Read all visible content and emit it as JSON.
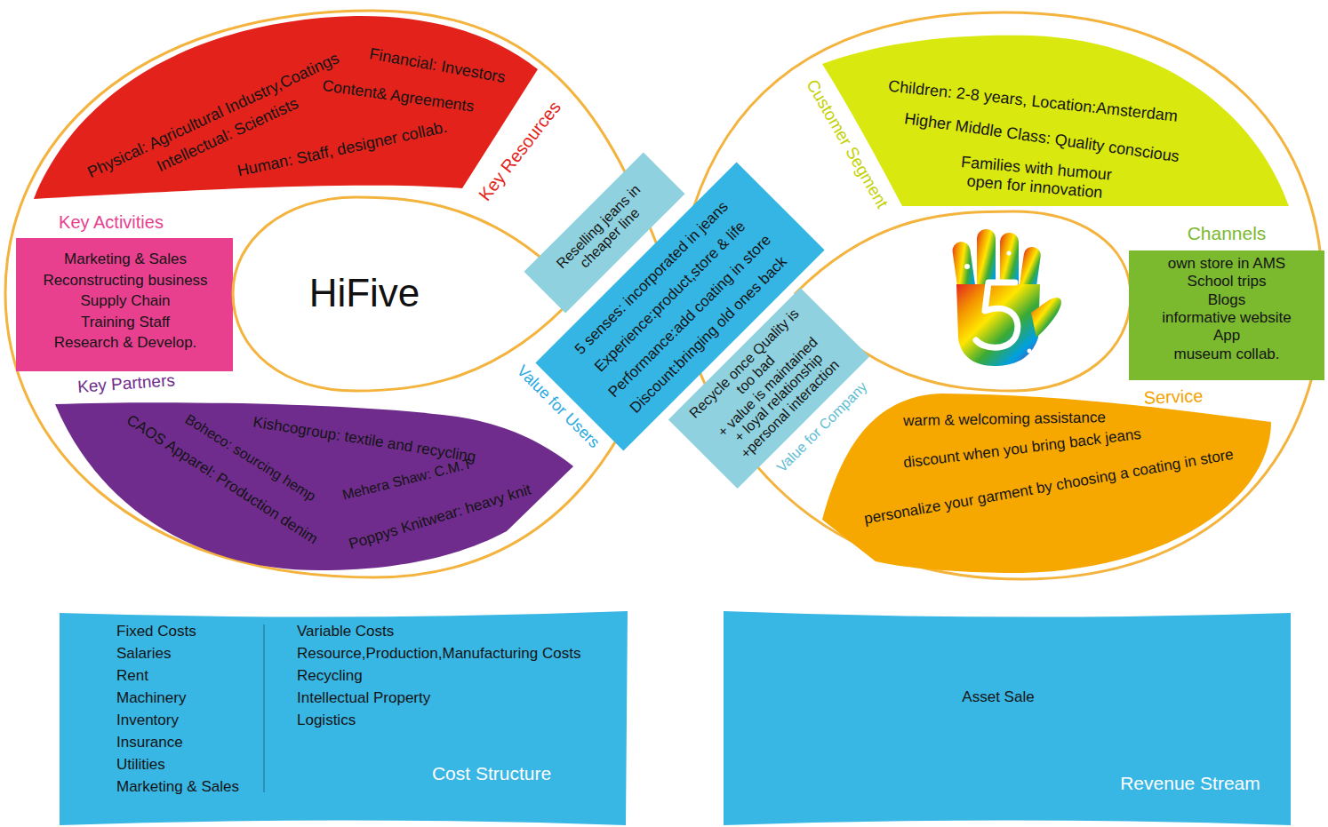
{
  "diagram": {
    "nodes": [
      {
        "text": [
          "Key Resources",
          "Physical: Agricultural Industry,Coatings",
          "Financial: Investors",
          "Intellectual: Scientists",
          "Content& Agreements",
          "Human: Staff, designer collab."
        ]
      },
      {
        "text": [
          "Key Activities",
          "Marketing & Sales",
          "Reconstructing business",
          "Supply Chain",
          "Training Staff",
          "Research & Develop."
        ]
      },
      {
        "text": [
          "HiFive"
        ]
      },
      {
        "text": [
          "Key Partners",
          "Kishcogroup: textile and recycling",
          "Boheco: sourcing hemp",
          "Mehera Shaw: C.M.T",
          "CAOS Apparel: Production denim",
          "Poppys Knitwear: heavy knit"
        ]
      },
      {
        "text": [
          "Reselling jeans in cheaper line"
        ]
      },
      {
        "text": [
          "Value for Users",
          "5 senses: incorporated in jeans",
          "Experience:product,store & life",
          "Performance:add coating in store",
          "Discount:bringing old ones back"
        ]
      },
      {
        "text": [
          "Value for Company",
          "Recycle once Quality is too bad",
          "+ value is maintained",
          "+ loyal relationship",
          "+personal interaction"
        ]
      },
      {
        "text": [
          "Customer Segment",
          "Children: 2-8 years, Location:Amsterdam",
          "Higher Middle Class: Quality conscious",
          "Families with humour open for innovation"
        ]
      },
      {
        "text": [
          "Channels",
          "own store in AMS",
          "School trips",
          "Blogs",
          "informative website",
          "App",
          "museum collab."
        ]
      },
      {
        "text": [
          "Service",
          "warm & welcoming assistance",
          "discount when you bring back jeans",
          "personalize your garment by choosing a coating in store"
        ]
      },
      {
        "text": [
          "Cost Structure",
          "Fixed Costs",
          "Salaries",
          "Rent",
          "Machinery",
          "Inventory",
          "Insurance",
          "Utilities",
          "Marketing & Sales",
          "Variable Costs",
          "Resource,Production,Manufacturing Costs",
          "Recycling",
          "Intellectual Property",
          "Logistics"
        ]
      },
      {
        "text": [
          "Revenue Stream",
          "Asset Sale"
        ]
      }
    ]
  }
}
